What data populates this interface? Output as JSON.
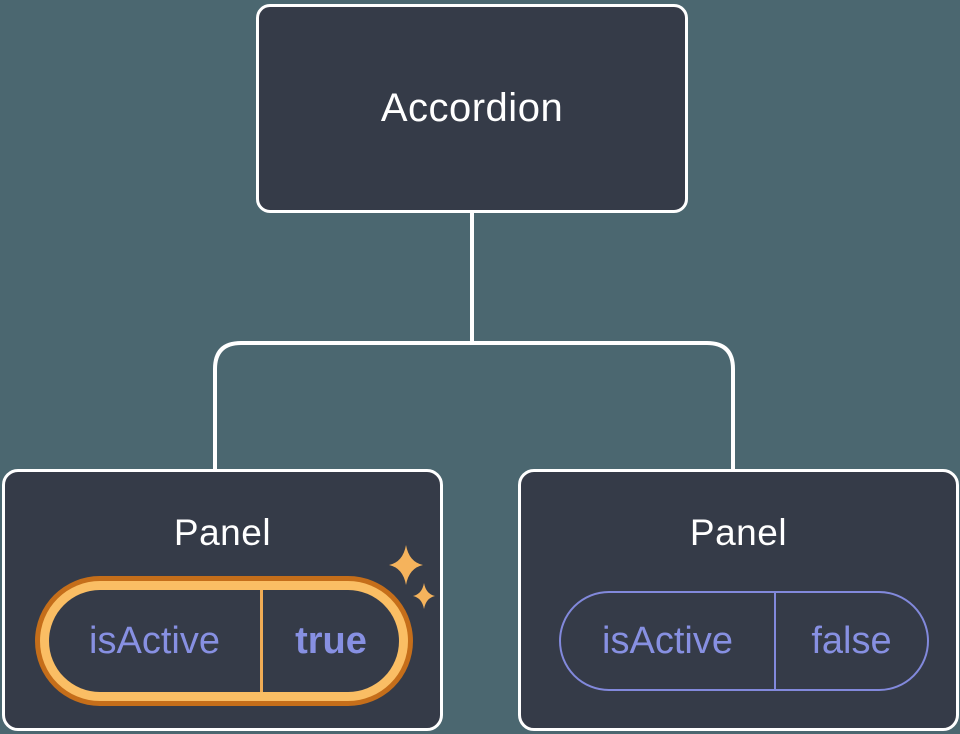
{
  "diagram": {
    "description": "Component tree showing an Accordion parent and two Panel children, each owning isActive state",
    "colors": {
      "background": "#4B6770",
      "node_fill": "#353B48",
      "node_border": "#FFFFFF",
      "connector": "#FFFFFF",
      "state_text_purple": "#8790E2",
      "pill_border_purple": "#8289DC",
      "highlight_ring_dark_orange": "#C56E1A",
      "highlight_ring_gold": "#FABE64",
      "highlight_divider_gold": "#F0AC55",
      "sparkle_gold": "#F5B35C"
    },
    "root": {
      "label": "Accordion"
    },
    "panels": [
      {
        "label": "Panel",
        "state_key": "isActive",
        "state_value": "true",
        "highlighted": true
      },
      {
        "label": "Panel",
        "state_key": "isActive",
        "state_value": "false",
        "highlighted": false
      }
    ]
  }
}
